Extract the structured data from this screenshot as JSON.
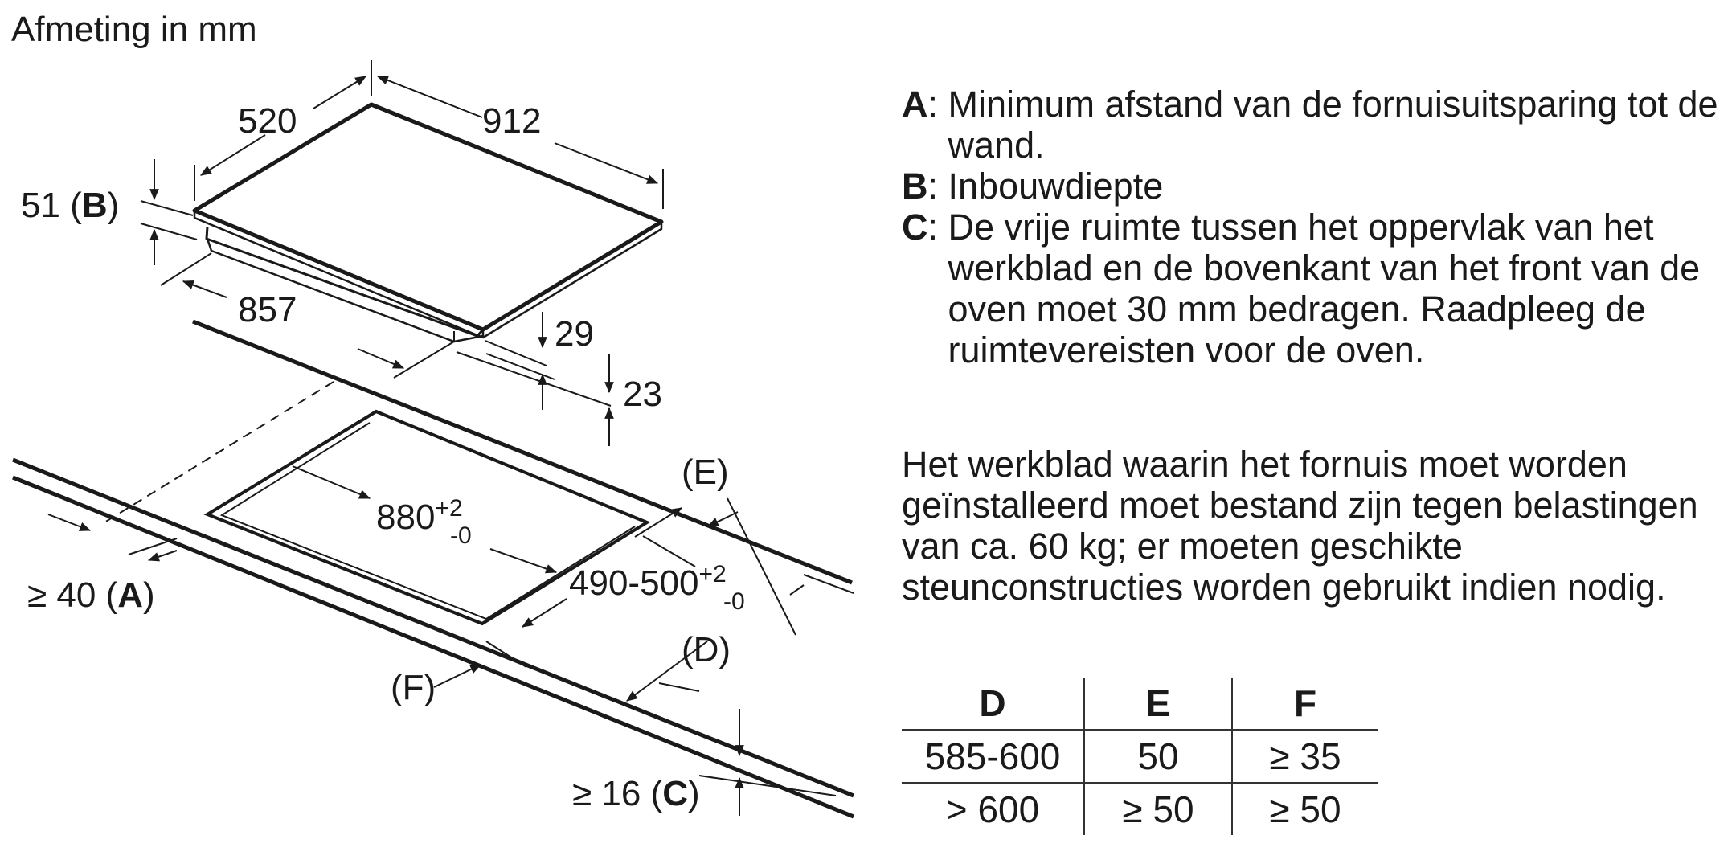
{
  "title": "Afmeting in mm",
  "diagram": {
    "width": "912",
    "depth": "520",
    "height": "51 (",
    "height_key": "B",
    "bottom_width": "857",
    "dim_29": "29",
    "dim_23": "23",
    "cutout_width": "880",
    "cutout_width_plus": "+2",
    "cutout_width_minus": "-0",
    "cutout_depth": "490-500",
    "cutout_depth_plus": "+2",
    "cutout_depth_minus": "-0",
    "label_a": "≥ 40 (",
    "label_a_key": "A",
    "label_c": "≥ 16 (",
    "label_c_key": "C",
    "label_d": "(D)",
    "label_e": "(E)",
    "label_f": "(F)",
    "close_paren": ")"
  },
  "legend": [
    {
      "key": "A",
      "text": "Minimum afstand van de fornuisuitsparing tot de wand."
    },
    {
      "key": "B",
      "text": "Inbouwdiepte"
    },
    {
      "key": "C",
      "text": "De vrije ruimte tussen het oppervlak van het werkblad en de bovenkant van het front van de oven moet 30 mm bedragen. Raadpleeg de ruimtevereisten voor de oven."
    }
  ],
  "paragraph": "Het werkblad waarin het fornuis moet worden geïnstalleerd moet bestand zijn tegen belastingen van ca. 60 kg; er moeten geschikte steunconstructies worden gebruikt indien nodig.",
  "table": {
    "headers": [
      "D",
      "E",
      "F"
    ],
    "rows": [
      [
        "585-600",
        "50",
        "≥ 35"
      ],
      [
        "> 600",
        "≥ 50",
        "≥ 50"
      ]
    ]
  }
}
